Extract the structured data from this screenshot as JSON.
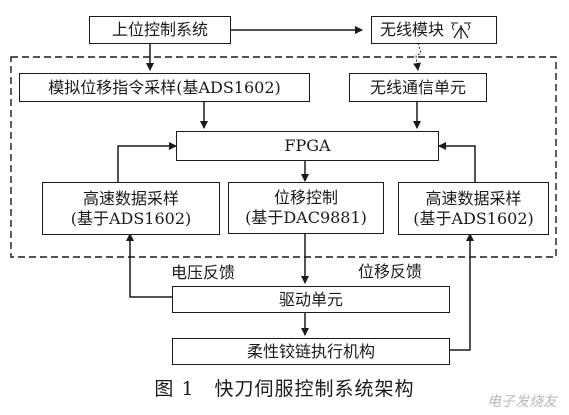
{
  "figure": {
    "caption": "图 1　快刀伺服控制系统架构",
    "watermark": "电子发烧友"
  },
  "nodes": {
    "host": "上位控制系统",
    "wireless_module": "无线模块",
    "analog_sampling": "模拟位移指令采样(基ADS1602)",
    "wireless_comm": "无线通信单元",
    "fpga": "FPGA",
    "hs_sampling_left": [
      "高速数据采样",
      "(基于ADS1602)"
    ],
    "displacement_control": [
      "位移控制",
      "(基于DAC9881)"
    ],
    "hs_sampling_right": [
      "高速数据采样",
      "(基于ADS1602)"
    ],
    "drive_unit": "驱动单元",
    "actuator": "柔性铰链执行机构"
  },
  "edge_labels": {
    "voltage_feedback": "电压反馈",
    "displacement_feedback": "位移反馈"
  }
}
